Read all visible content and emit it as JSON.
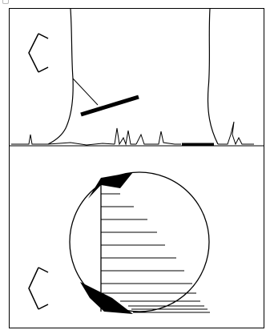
{
  "figure": {
    "panels": [
      {
        "name": "tree-trunk-scene",
        "back_arrow": "left-arrow-outline-icon",
        "elements": [
          "tree-trunk-left",
          "tree-trunk-right",
          "ground-line",
          "grass-tufts",
          "tilted-bar",
          "short-ground-bar"
        ]
      },
      {
        "name": "circle-diagram",
        "back_arrow": "left-arrow-outline-icon",
        "elements": [
          "circle",
          "vertical-axis",
          "horizontal-lines",
          "black-wedges"
        ]
      }
    ],
    "colors": {
      "ink": "#000000",
      "background": "#ffffff",
      "frame": "#000000",
      "corner_glyph": "#b8b8b8"
    }
  }
}
